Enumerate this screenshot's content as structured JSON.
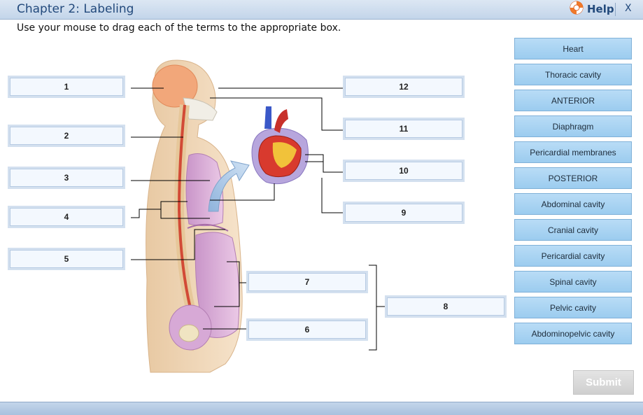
{
  "app": {
    "title": "Chapter 2: Labeling",
    "help_label": "Help",
    "close_label": "X",
    "instruction": "Use your mouse to drag each of the terms to the appropriate box."
  },
  "drop_targets": [
    "1",
    "2",
    "3",
    "4",
    "5",
    "6",
    "7",
    "8",
    "9",
    "10",
    "11",
    "12"
  ],
  "terms": [
    "Heart",
    "Thoracic cavity",
    "ANTERIOR",
    "Diaphragm",
    "Pericardial membranes",
    "POSTERIOR",
    "Abdominal cavity",
    "Cranial cavity",
    "Pericardial cavity",
    "Spinal cavity",
    "Pelvic cavity",
    "Abdominopelvic cavity"
  ],
  "submit_label": "Submit",
  "colors": {
    "title_bar": "#c3d5ea",
    "title_text": "#234a7c",
    "term_fill": "#a9d3f3",
    "drop_frame": "#d3e0ef",
    "submit_disabled": "#d8d8d8"
  }
}
